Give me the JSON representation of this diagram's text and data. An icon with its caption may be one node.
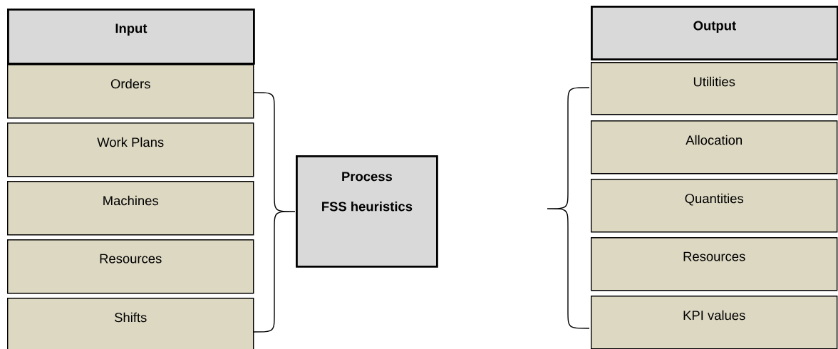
{
  "diagram": {
    "nodes": [
      {
        "text": [
          "Input"
        ]
      },
      {
        "text": [
          "Orders"
        ]
      },
      {
        "text": [
          "Work Plans"
        ]
      },
      {
        "text": [
          "Machines"
        ]
      },
      {
        "text": [
          "Resources"
        ]
      },
      {
        "text": [
          "Shifts"
        ]
      },
      {
        "text": [
          "Process",
          "FSS heuristics"
        ]
      },
      {
        "text": [
          "Output"
        ]
      },
      {
        "text": [
          "Utilities"
        ]
      },
      {
        "text": [
          "Allocation"
        ]
      },
      {
        "text": [
          "Quantities"
        ]
      },
      {
        "text": [
          "Resources"
        ]
      },
      {
        "text": [
          "KPI values"
        ]
      }
    ]
  }
}
